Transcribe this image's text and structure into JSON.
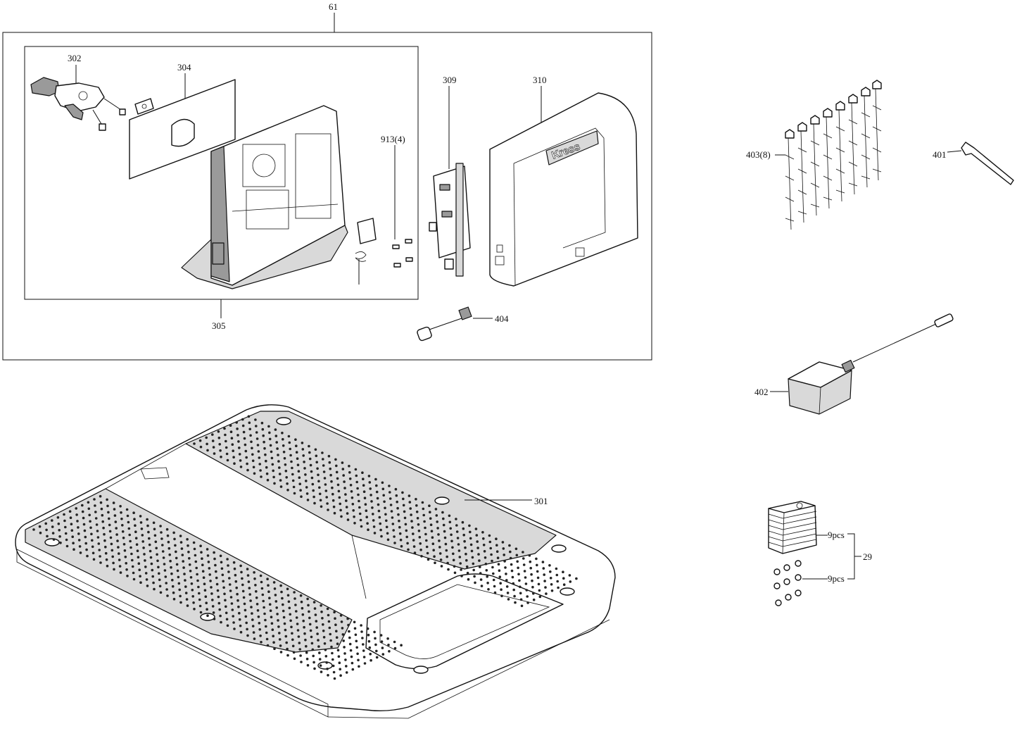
{
  "labels": {
    "l61": "61",
    "l302": "302",
    "l304": "304",
    "l305": "305",
    "l309": "309",
    "l310": "310",
    "l913": "913(4)",
    "l404": "404",
    "l403": "403(8)",
    "l401": "401",
    "l402": "402",
    "l301": "301",
    "l29": "29",
    "l9pcs_a": "9pcs",
    "l9pcs_b": "9pcs"
  },
  "brand": {
    "logo_text": "Kress"
  }
}
